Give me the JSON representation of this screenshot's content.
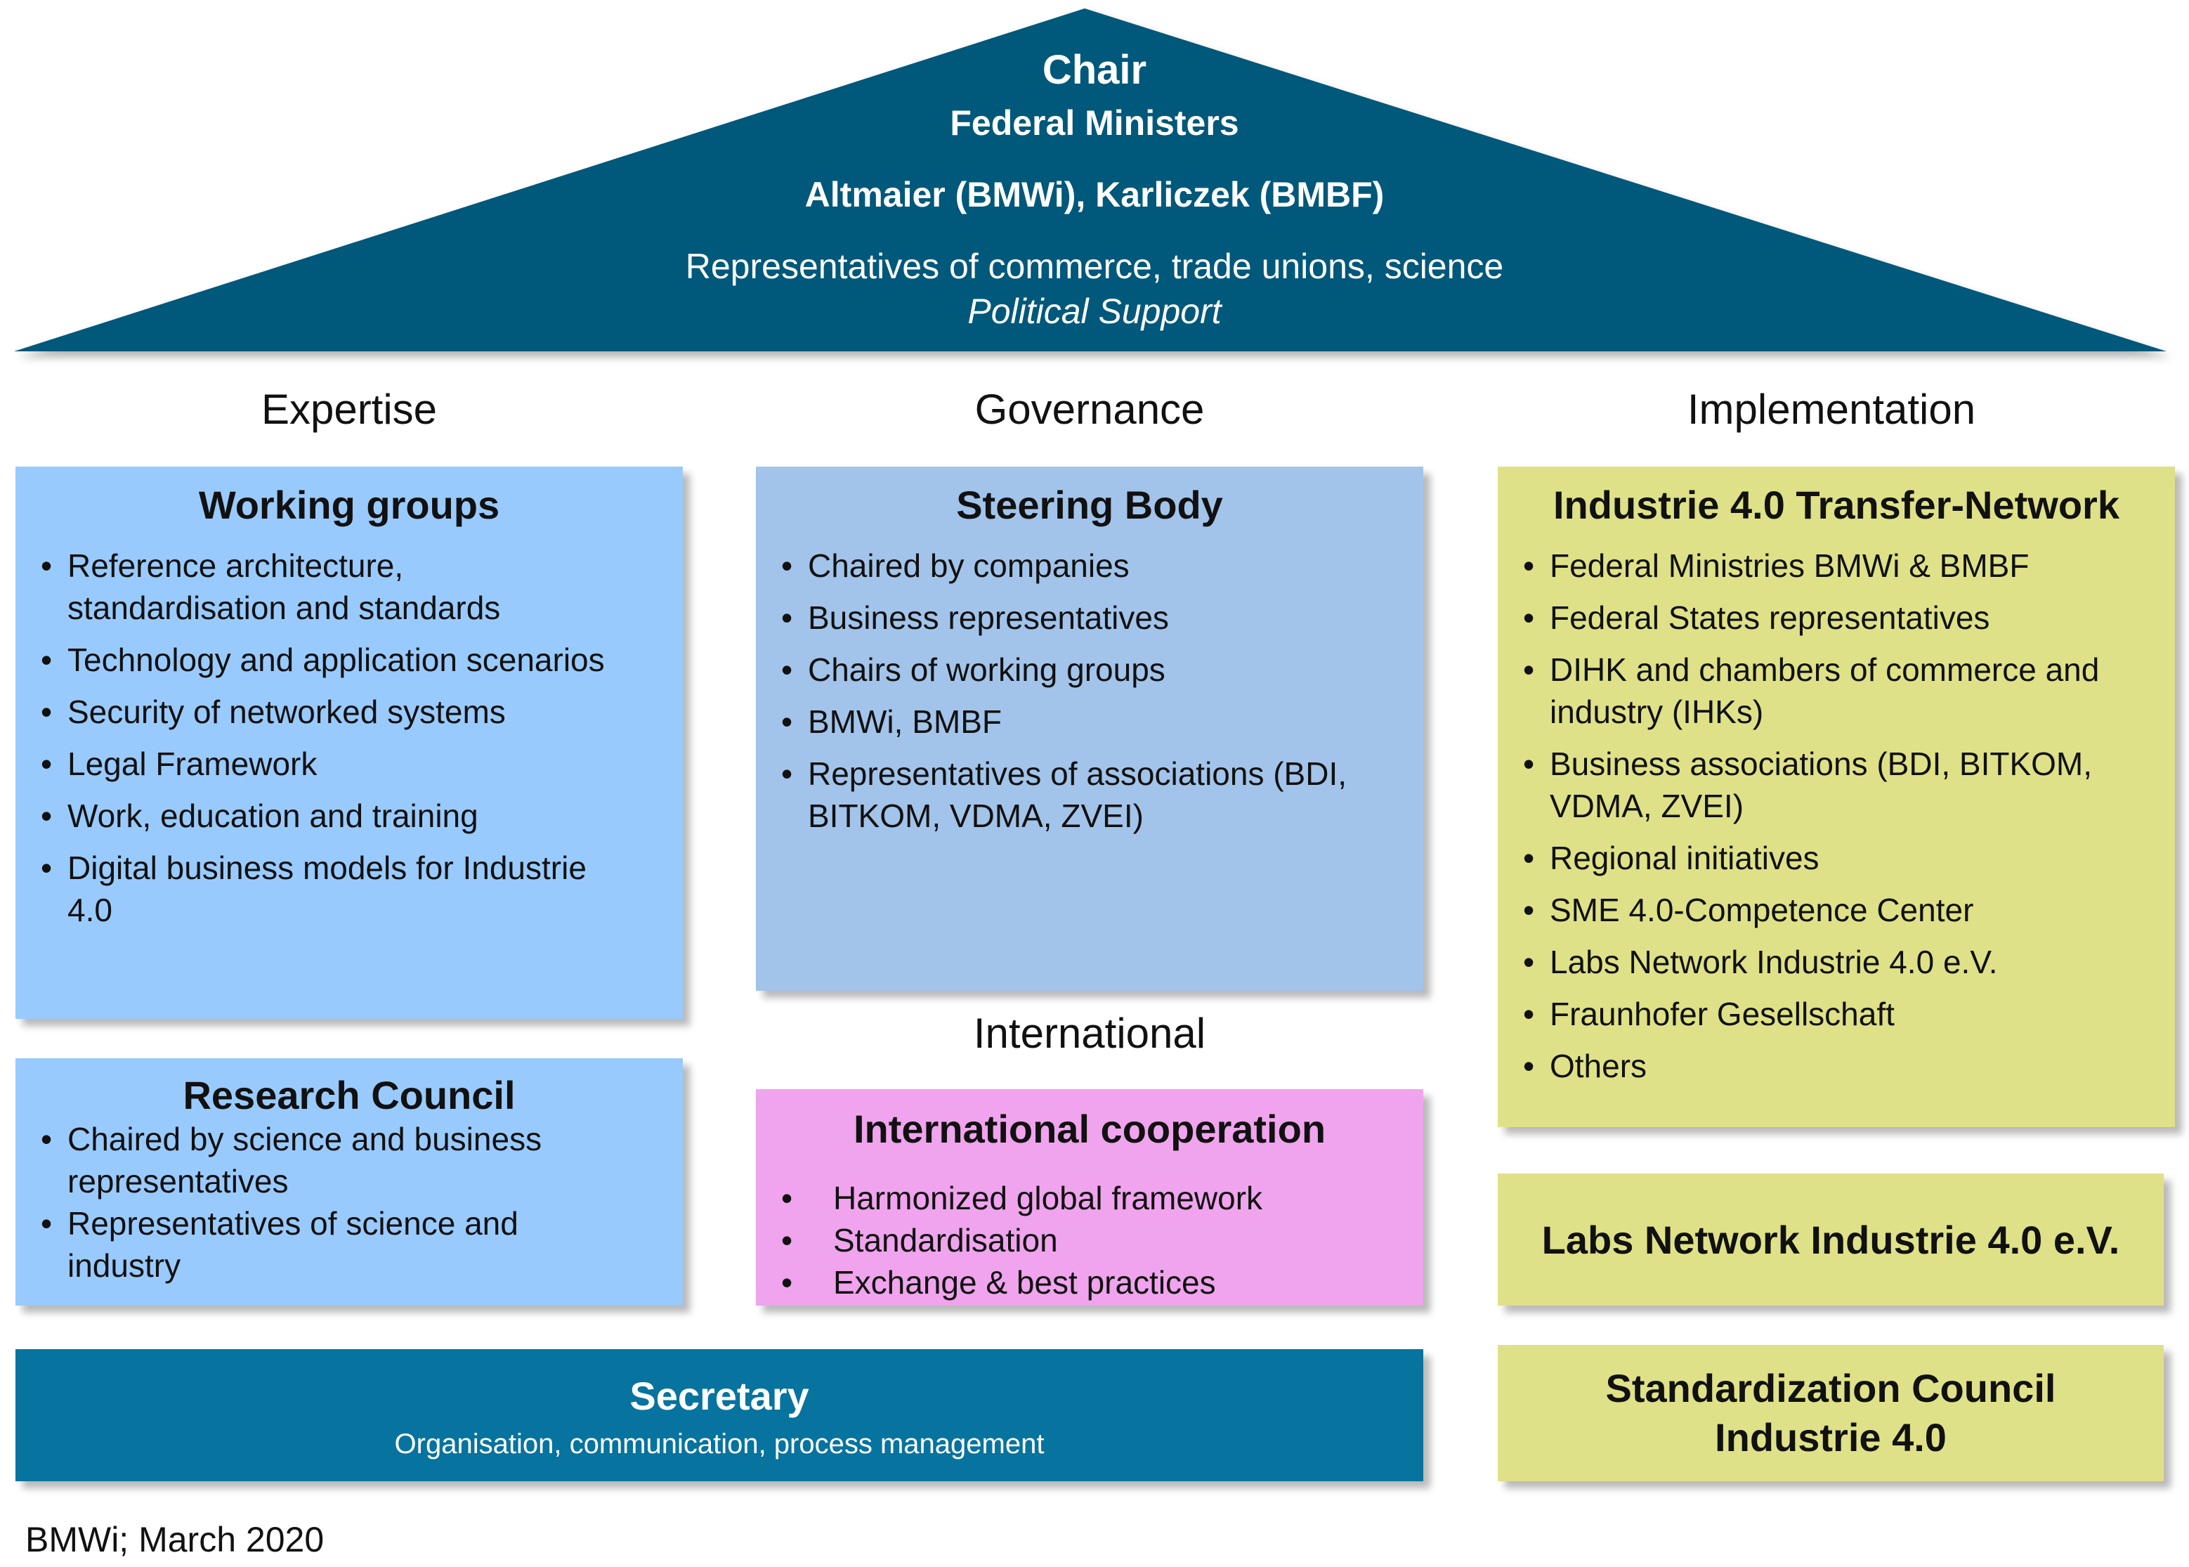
{
  "roof": {
    "chair": "Chair",
    "ministers": "Federal Ministers",
    "names": "Altmaier (BMWi), Karliczek (BMBF)",
    "representatives": "Representatives of commerce, trade unions, science",
    "support": "Political Support"
  },
  "columns": {
    "expertise": "Expertise",
    "governance": "Governance",
    "implementation": "Implementation",
    "international": "International"
  },
  "working_groups": {
    "title": "Working groups",
    "items": [
      "Reference architecture,\nstandardisation and standards",
      "Technology and application scenarios",
      "Security of networked systems",
      "Legal Framework",
      "Work, education and training",
      "Digital business models for   Industrie\n4.0"
    ]
  },
  "research_council": {
    "title": "Research Council",
    "items": [
      "Chaired by science and business\nrepresentatives",
      "Representatives of science and\nindustry"
    ]
  },
  "steering_body": {
    "title": "Steering Body",
    "items": [
      "Chaired by companies",
      "Business representatives",
      "Chairs of working groups",
      "BMWi, BMBF",
      "Representatives of associations (BDI,\nBITKOM, VDMA, ZVEI)"
    ]
  },
  "international_cooperation": {
    "title": "International cooperation",
    "items": [
      "Harmonized global framework",
      "Standardisation",
      "Exchange & best practices"
    ]
  },
  "transfer_network": {
    "title": "Industrie 4.0 Transfer-Network",
    "items": [
      "Federal Ministries BMWi & BMBF",
      "Federal States representatives",
      "DIHK and chambers of commerce and\nindustry (IHKs)",
      "Business associations (BDI, BITKOM,\nVDMA, ZVEI)",
      "Regional initiatives",
      "SME 4.0-Competence Center",
      "Labs Network Industrie 4.0 e.V.",
      "Fraunhofer Gesellschaft",
      "Others"
    ]
  },
  "labs_network": {
    "title": "Labs Network Industrie 4.0 e.V."
  },
  "standardization_council": {
    "title": "Standardization Council\nIndustrie 4.0"
  },
  "secretary": {
    "title": "Secretary",
    "subtitle": "Organisation, communication, process management"
  },
  "footer": {
    "source": "BMWi; March 2020"
  },
  "colors": {
    "roof": "#05587a",
    "working_groups": "#99cafd",
    "steering_body": "#a2c4ea",
    "international": "#f0a4ed",
    "implementation": "#dfe188",
    "secretary": "#07739f"
  }
}
